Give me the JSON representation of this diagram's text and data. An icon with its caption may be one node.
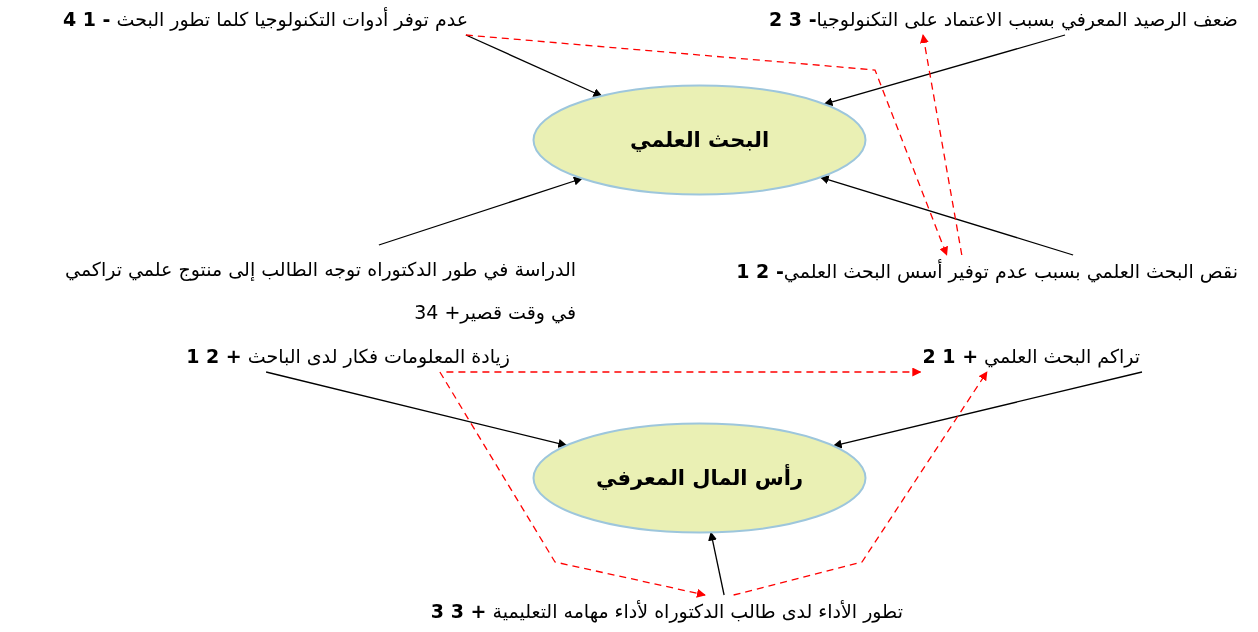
{
  "diagram": {
    "nodes": [
      {
        "text": [
          "البحث العلمي"
        ]
      },
      {
        "text": [
          "عدم توفر أدوات التكنولوجيا كلما تطور البحث **- 1 4**"
        ]
      },
      {
        "text": [
          "ضعف الرصيد المعرفي بسبب الاعتماد على التكنولوجيا**- 3 2**"
        ]
      },
      {
        "text": [
          "الدراسة في طور الدكتوراه توجه الطالب إلى منتوج علمي تراكمي في وقت قصير+ 34"
        ]
      },
      {
        "text": [
          "نقص البحث العلمي بسبب عدم توفير أسس البحث العلمي**- 2 1**"
        ]
      },
      {
        "text": [
          "زيادة المعلومات فكار لدى الباحث **+ 2 1**"
        ]
      },
      {
        "text": [
          "تراكم البحث العلمي **+ 1 2**"
        ]
      },
      {
        "text": [
          "رأس المال المعرفي"
        ]
      },
      {
        "text": [
          "تطور الأداء لدى طالب الدكتوراه لأداء مهامه التعليمية **+ 3 3**"
        ]
      }
    ],
    "edges": [
      {
        "from": 1,
        "to": 0,
        "arrow": "to"
      },
      {
        "from": 2,
        "to": 0,
        "arrow": "to"
      },
      {
        "from": 3,
        "to": 0,
        "arrow": "to"
      },
      {
        "from": 4,
        "to": 0,
        "arrow": "to"
      },
      {
        "from": 1,
        "to": 4,
        "arrow": "to",
        "style": "dashed",
        "color": "#ff0000"
      },
      {
        "from": 4,
        "to": 2,
        "arrow": "to",
        "style": "dashed",
        "color": "#ff0000"
      },
      {
        "from": 5,
        "to": 7,
        "arrow": "to"
      },
      {
        "from": 6,
        "to": 7,
        "arrow": "to"
      },
      {
        "from": 8,
        "to": 7,
        "arrow": "to"
      },
      {
        "from": 5,
        "to": 6,
        "arrow": "to",
        "style": "dashed",
        "color": "#ff0000"
      },
      {
        "from": 5,
        "to": 8,
        "arrow": "to",
        "style": "dashed",
        "color": "#ff0000"
      },
      {
        "from": 8,
        "to": 6,
        "arrow": "to",
        "style": "dashed",
        "color": "#ff0000"
      }
    ]
  }
}
